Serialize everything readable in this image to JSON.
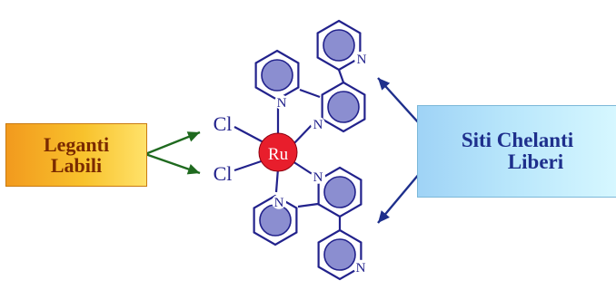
{
  "left_box": {
    "line1": "Leganti",
    "line2": "Labili"
  },
  "right_box": {
    "line1": "Siti Chelanti",
    "line2": "Liberi"
  },
  "atoms": {
    "metal": "Ru",
    "chloride_1": "Cl",
    "chloride_2": "Cl",
    "nitrogen": "N"
  },
  "colors": {
    "bond": "#22228c",
    "ring_fill": "#8b8ed0",
    "metal_fill": "#e81e2c",
    "metal_text": "#ffffff",
    "left_arrow": "#1f6a1f",
    "right_arrow": "#1e2f8c",
    "left_box_text": "#7a2a00",
    "right_box_text": "#1e2f8c"
  }
}
